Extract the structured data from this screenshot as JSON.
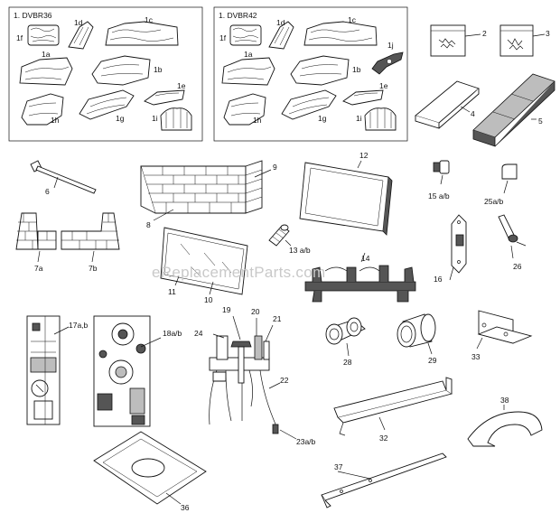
{
  "kits": [
    {
      "header": "1.  DVBR36",
      "labels": [
        "1f",
        "1d",
        "1c",
        "1a",
        "1b",
        "1h",
        "1g",
        "1e",
        "1i"
      ]
    },
    {
      "header": "1.  DVBR42",
      "labels": [
        "1f",
        "1d",
        "1c",
        "1j",
        "1a",
        "1b",
        "1h",
        "1g",
        "1e",
        "1i"
      ]
    }
  ],
  "labels": {
    "p2": "2",
    "p3": "3",
    "p4": "4",
    "p5": "5",
    "p6": "6",
    "p7a": "7a",
    "p7b": "7b",
    "p8": "8",
    "p9": "9",
    "p10": "10",
    "p11": "11",
    "p12": "12",
    "p13": "13 a/b",
    "p14": "14",
    "p15": "15 a/b",
    "p16": "16",
    "p17": "17a,b",
    "p18": "18a/b",
    "p19": "19",
    "p20": "20",
    "p21": "21",
    "p22": "22",
    "p23": "23a/b",
    "p24": "24",
    "p25": "25a/b",
    "p26": "26",
    "p28": "28",
    "p29": "29",
    "p32": "32",
    "p33": "33",
    "p36": "36",
    "p37": "37",
    "p38": "38"
  },
  "watermark": "eReplacementParts.com"
}
